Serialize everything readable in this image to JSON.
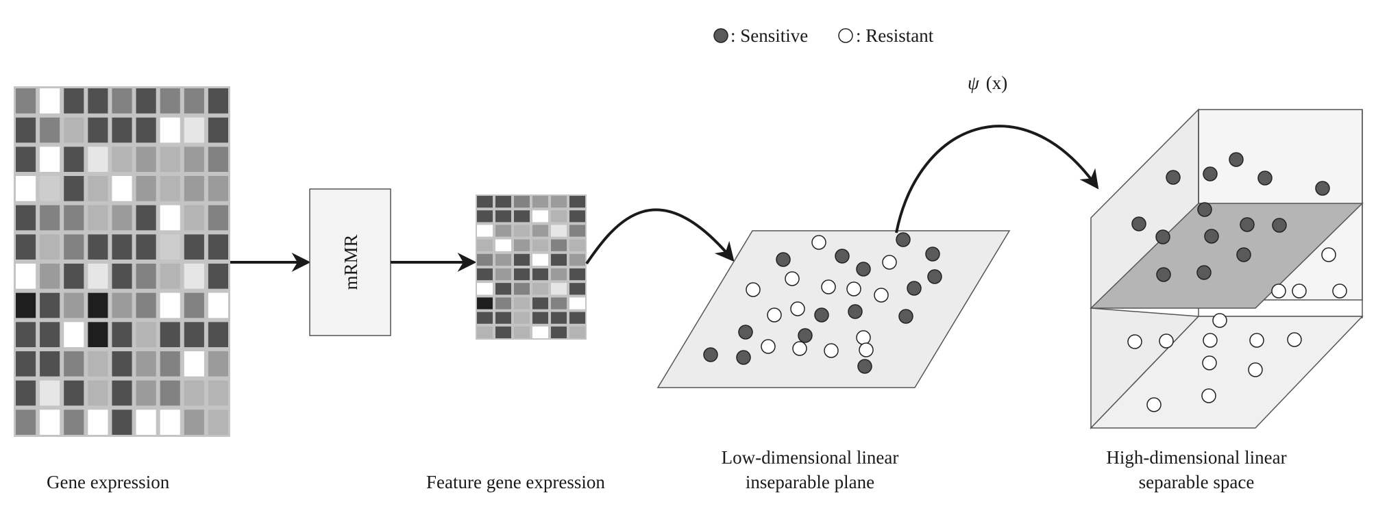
{
  "legend": {
    "sensitive_label": ": Sensitive",
    "resistant_label": ": Resistant"
  },
  "mapping_label": {
    "psi": "ψ",
    "arg": "(x)"
  },
  "mrmr_label": "mRMR",
  "captions": {
    "gene_expression": "Gene expression",
    "feature_gene_expression": "Feature gene expression",
    "low_dim_line1": "Low-dimensional linear",
    "low_dim_line2": "inseparable plane",
    "high_dim_line1": "High-dimensional linear",
    "high_dim_line2": "separable space"
  },
  "colors": {
    "sensitive": "#5a5a5a",
    "resistant": "#ffffff",
    "plane": "#ececec",
    "separating_plane": "#b5b5b5",
    "arrow": "#1a1a1a"
  },
  "gene_expression_matrix": [
    [
      4,
      9,
      2,
      2,
      4,
      2,
      4,
      4,
      2
    ],
    [
      2,
      4,
      6,
      2,
      2,
      2,
      9,
      8,
      2
    ],
    [
      2,
      9,
      2,
      8,
      6,
      5,
      6,
      5,
      4
    ],
    [
      9,
      7,
      2,
      6,
      9,
      5,
      6,
      5,
      5
    ],
    [
      2,
      4,
      4,
      6,
      5,
      2,
      9,
      6,
      4
    ],
    [
      2,
      6,
      4,
      2,
      2,
      2,
      7,
      2,
      2
    ],
    [
      9,
      5,
      2,
      8,
      2,
      4,
      6,
      8,
      2
    ],
    [
      0,
      2,
      5,
      0,
      5,
      4,
      9,
      4,
      9
    ],
    [
      2,
      2,
      9,
      0,
      2,
      6,
      2,
      2,
      2
    ],
    [
      2,
      2,
      4,
      6,
      2,
      5,
      4,
      9,
      5
    ],
    [
      2,
      8,
      2,
      6,
      2,
      5,
      4,
      6,
      6
    ],
    [
      4,
      9,
      4,
      9,
      2,
      9,
      9,
      5,
      6
    ]
  ],
  "feature_gene_matrix": [
    [
      2,
      2,
      4,
      5,
      5,
      2
    ],
    [
      2,
      2,
      2,
      9,
      6,
      2
    ],
    [
      9,
      5,
      6,
      5,
      8,
      4
    ],
    [
      6,
      9,
      5,
      6,
      4,
      6
    ],
    [
      4,
      5,
      2,
      9,
      2,
      5
    ],
    [
      2,
      5,
      2,
      2,
      5,
      2
    ],
    [
      9,
      2,
      4,
      6,
      8,
      2
    ],
    [
      0,
      4,
      6,
      2,
      4,
      9
    ],
    [
      2,
      2,
      6,
      2,
      2,
      2
    ],
    [
      6,
      2,
      6,
      9,
      2,
      6
    ]
  ]
}
